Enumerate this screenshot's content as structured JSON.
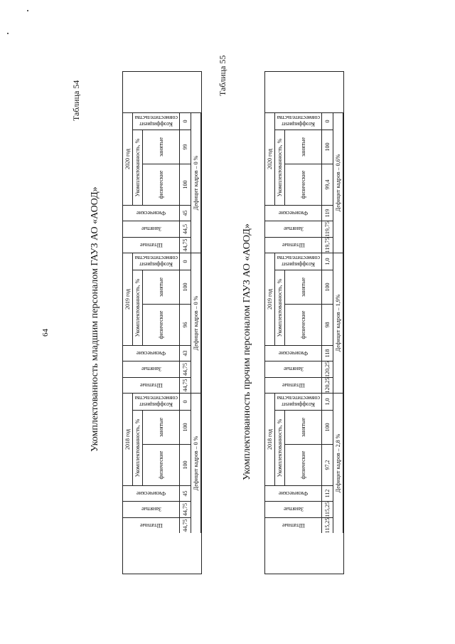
{
  "page_number": "64",
  "table54": {
    "label": "Таблица 54",
    "title": "Укомплектованность младшим персоналом ГАУЗ АО «АООД»",
    "years": [
      {
        "year": "2018 год",
        "shtat": "44,75",
        "zanyat": "44,75",
        "fiz": "45",
        "ukomp_fiz": "100",
        "ukomp_zan": "100",
        "koef": "0",
        "deficit": "Дефицит кадров – 0 %"
      },
      {
        "year": "2019 год",
        "shtat": "44,75",
        "zanyat": "44,75",
        "fiz": "43",
        "ukomp_fiz": "96",
        "ukomp_zan": "100",
        "koef": "0",
        "deficit": "Дефицит кадров – 0 %"
      },
      {
        "year": "2020 год",
        "shtat": "44,75",
        "zanyat": "44,5",
        "fiz": "45",
        "ukomp_fiz": "100",
        "ukomp_zan": "99",
        "koef": "0",
        "deficit": "Дефицит кадров – 0 %"
      }
    ]
  },
  "table55": {
    "label": "Таблица 55",
    "title": "Укомплектованность прочим персоналом ГАУЗ АО «АООД»",
    "years": [
      {
        "year": "2018 год",
        "shtat": "115,25",
        "zanyat": "115,25",
        "fiz": "112",
        "ukomp_fiz": "97,2",
        "ukomp_zan": "100",
        "koef": "1,0",
        "deficit": "Дефицит кадров – 2,8 %"
      },
      {
        "year": "2019 год",
        "shtat": "120,25",
        "zanyat": "120,25",
        "fiz": "118",
        "ukomp_fiz": "98",
        "ukomp_zan": "100",
        "koef": "1,0",
        "deficit": "Дефицит кадров – 1,9%"
      },
      {
        "year": "2020 год",
        "shtat": "119,75",
        "zanyat": "119,75",
        "fiz": "119",
        "ukomp_fiz": "99,4",
        "ukomp_zan": "100",
        "koef": "0",
        "deficit": "Дефицит кадров – 0,6%"
      }
    ]
  },
  "headers": {
    "shtat": "Штатные",
    "zanyat": "Занятые",
    "fiz": "Физические",
    "ukomp": "Укомплектованность, %",
    "ukomp_fiz": "физические",
    "ukomp_zan": "занятые",
    "koef": "Коэффициент совместительства"
  }
}
